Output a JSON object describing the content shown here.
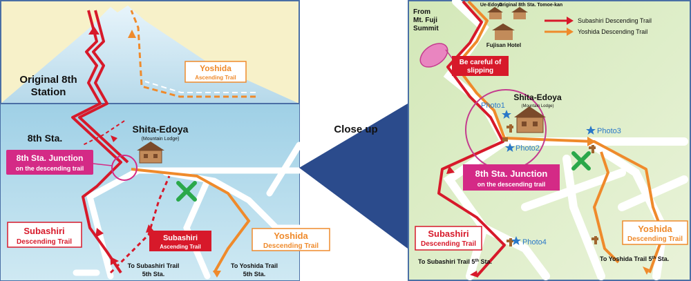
{
  "colors": {
    "subashiri": "#d7192a",
    "yoshida": "#ef8a2b",
    "junction": "#d42a86",
    "sky_top": "#f7f1c9",
    "water": "#b6dbea",
    "map_green": "#dfeec6",
    "close_x": "#2aa84a",
    "star": "#2a78c8"
  },
  "left_map": {
    "original_8th_line1": "Original 8th",
    "original_8th_line2": "Station",
    "eighth_sta": "8th Sta.",
    "yoshida_ascending": {
      "line1": "Yoshida",
      "line2": "Ascending Trail"
    },
    "shita_edoya": {
      "name": "Shita-Edoya",
      "sub": "(Mountain Lodge)"
    },
    "junction": {
      "line1": "8th Sta. Junction",
      "line2": "on the descending trail"
    },
    "subashiri_descending": {
      "line1": "Subashiri",
      "line2": "Descending Trail"
    },
    "subashiri_ascending": {
      "line1": "Subashiri",
      "line2": "Ascending Trail"
    },
    "yoshida_descending": {
      "line1": "Yoshida",
      "line2": "Descending Trail"
    },
    "to_subashiri": {
      "line1": "To Subashiri Trail",
      "line2": "5th Sta."
    },
    "to_yoshida": {
      "line1": "To Yoshida Trail",
      "line2": "5th Sta."
    }
  },
  "close_up_label": "Close up",
  "right_map": {
    "from_summit": {
      "line1": "From",
      "line2": "Mt. Fuji",
      "line3": "Summit"
    },
    "ue_edoya": "Ue-Edoya",
    "tomoekan": "Original 8th Sta. Tomoe-kan",
    "fujisan_hotel": "Fujisan Hotel",
    "legend": [
      {
        "label": "Subashiri Descending Trail",
        "color": "#d7192a"
      },
      {
        "label": "Yoshida Descending Trail",
        "color": "#ef8a2b"
      }
    ],
    "careful": {
      "line1": "Be careful of",
      "line2": "slipping"
    },
    "shita_edoya": {
      "name": "Shita-Edoya",
      "sub": "(Mountain Lodge)"
    },
    "photos": [
      "Photo1",
      "Photo2",
      "Photo3",
      "Photo4"
    ],
    "junction": {
      "line1": "8th Sta. Junction",
      "line2": "on the descending trail"
    },
    "subashiri_descending": {
      "line1": "Subashiri",
      "line2": "Descending Trail"
    },
    "yoshida_descending": {
      "line1": "Yoshida",
      "line2": "Descending Trail"
    },
    "to_subashiri": {
      "text": "To Subashiri Trail 5",
      "sup": "th",
      "end": " Sta."
    },
    "to_yoshida": {
      "text": "To Yoshida Trail 5",
      "sup": "th",
      "end": " Sta."
    }
  }
}
